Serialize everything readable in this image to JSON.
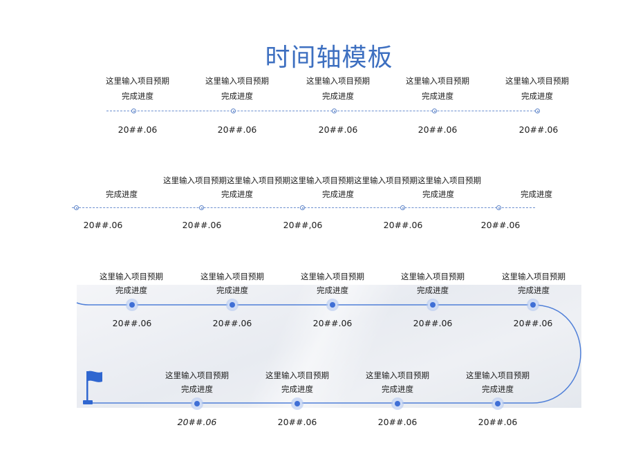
{
  "title": "时间轴模板",
  "rows": [
    {
      "items": [
        {
          "title": "这里输入项目预期",
          "subtitle": "完成进度",
          "date": "20##.06"
        },
        {
          "title": "这里输入项目预期",
          "subtitle": "完成进度",
          "date": "20##.06"
        },
        {
          "title": "这里输入项目预期",
          "subtitle": "完成进度",
          "date": "20##.06"
        },
        {
          "title": "这里输入项目预期",
          "subtitle": "完成进度",
          "date": "20##.06"
        },
        {
          "title": "这里输入项目预期",
          "subtitle": "完成进度",
          "date": "20##.06"
        }
      ]
    },
    {
      "title_line": "这里输入项目预期这里输入项目预期这里输入项目预期这里输入项目预期这里输入项目预期",
      "items": [
        {
          "subtitle": "完成进度",
          "date": "20##.06"
        },
        {
          "subtitle": "完成进度",
          "date": "20##.06"
        },
        {
          "subtitle": "完成进度",
          "date": "20##,06"
        },
        {
          "subtitle": "完成进度",
          "date": "20##.06"
        },
        {
          "subtitle": "完成进度",
          "date": "20##.06"
        }
      ]
    },
    {
      "items": [
        {
          "title": "这里输入项目预期",
          "subtitle": "完成进度",
          "date": "20##.06"
        },
        {
          "title": "这里输入项目预期",
          "subtitle": "完成进度",
          "date": "20##.06"
        },
        {
          "title": "这里输入项目预期",
          "subtitle": "完成进度",
          "date": "20##.06"
        },
        {
          "title": "这里输入项目预期",
          "subtitle": "完成进度",
          "date": "20##.06"
        },
        {
          "title": "这里输入项目预期",
          "subtitle": "完成进度",
          "date": "20##.06"
        }
      ]
    },
    {
      "items": [
        {
          "title": "这里输入项目预期",
          "subtitle": "完成进度",
          "date": "20##.06"
        },
        {
          "title": "这里输入项目预期",
          "subtitle": "完成进度",
          "date": "20##.06"
        },
        {
          "title": "这里输入项目预期",
          "subtitle": "完成进度",
          "date": "20##.06"
        },
        {
          "title": "这里输入项目预期",
          "subtitle": "完成进度",
          "date": "20##.06"
        }
      ]
    }
  ],
  "colors": {
    "accent": "#3d6fc0",
    "line": "#4f7fd8",
    "flag": "#2f66d0"
  },
  "icons": {
    "flag": "flag-icon"
  }
}
